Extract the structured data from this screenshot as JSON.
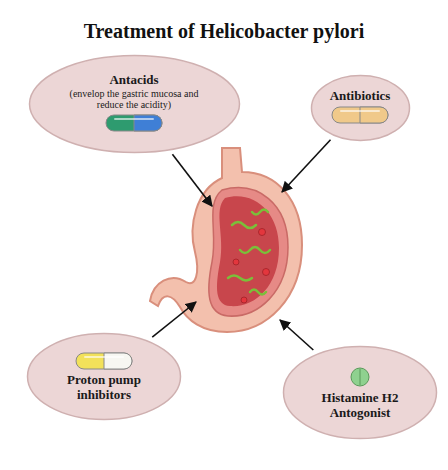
{
  "diagram": {
    "title": "Treatment of Helicobacter pylori",
    "nodes": [
      {
        "text": [
          "Antacids",
          "(envelop the gastric mucosa and reduce the acidity)"
        ]
      },
      {
        "text": [
          "Antibiotics"
        ]
      },
      {
        "text": [
          "Proton pump inhibitors"
        ]
      },
      {
        "text": [
          "Histamine H2 Antogonist"
        ]
      }
    ]
  }
}
